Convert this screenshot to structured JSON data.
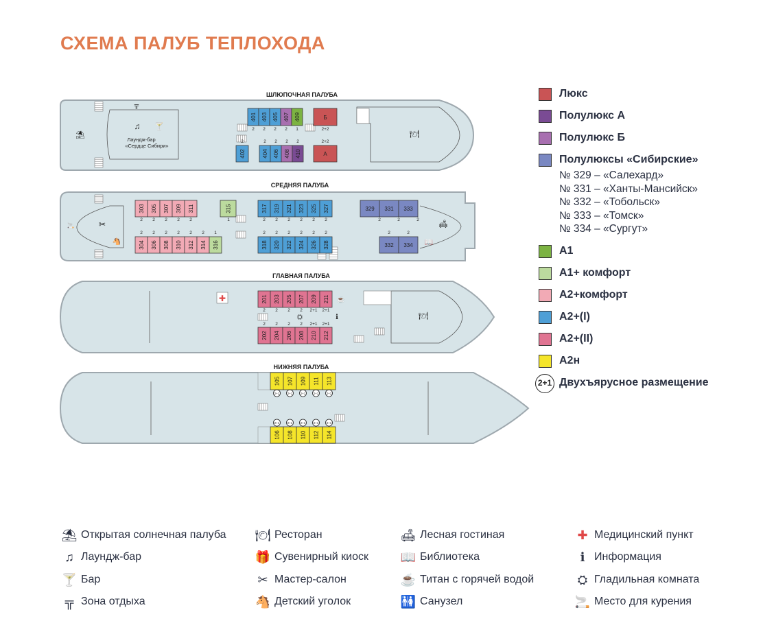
{
  "title": "СХЕМА ПАЛУБ ТЕПЛОХОДА",
  "colors": {
    "lux": "#c95455",
    "semi_lux_a": "#7a4b94",
    "semi_lux_b": "#a86fb0",
    "semi_lux_siberian": "#7a88c2",
    "a1": "#7cb342",
    "a1_comfort": "#bcdb9e",
    "a2_comfort": "#f2aab5",
    "a2_i": "#4e9fd6",
    "a2_ii": "#e07492",
    "a2n": "#f5e52a",
    "hull": "#d7e4e8",
    "hull_stroke": "#9ea8ae"
  },
  "decks": {
    "boat": {
      "label": "ШЛЮПОЧНАЯ ПАЛУБА",
      "bar_label_1": "Лаундж-бар",
      "bar_label_2": "«Сердце Сибири»",
      "top_row": [
        {
          "num": "401",
          "type": "a2_i",
          "beds": "2"
        },
        {
          "num": "403",
          "type": "a2_i",
          "beds": "2"
        },
        {
          "num": "405",
          "type": "a2_i",
          "beds": "2"
        },
        {
          "num": "407",
          "type": "semi_lux_b",
          "beds": "2"
        },
        {
          "num": "409",
          "type": "a1",
          "beds": "1"
        },
        {
          "num": "Б",
          "type": "lux",
          "beds": "2+2"
        }
      ],
      "single": {
        "num": "402",
        "type": "a2_i",
        "beds": "2"
      },
      "bottom_row": [
        {
          "num": "404",
          "type": "a2_i",
          "beds": "2"
        },
        {
          "num": "406",
          "type": "a2_i",
          "beds": "2"
        },
        {
          "num": "408",
          "type": "semi_lux_b",
          "beds": "2"
        },
        {
          "num": "410",
          "type": "semi_lux_a",
          "beds": "2"
        },
        {
          "num": "А",
          "type": "lux",
          "beds": "2+2"
        }
      ]
    },
    "middle": {
      "label": "СРЕДНЯЯ ПАЛУБА",
      "top_left": [
        {
          "num": "303",
          "type": "a2_comfort",
          "beds": "2"
        },
        {
          "num": "305",
          "type": "a2_comfort",
          "beds": "2"
        },
        {
          "num": "307",
          "type": "a2_comfort",
          "beds": "2"
        },
        {
          "num": "309",
          "type": "a2_comfort",
          "beds": "2"
        },
        {
          "num": "311",
          "type": "a2_comfort",
          "beds": "2"
        }
      ],
      "top_315": {
        "num": "315",
        "type": "a1_comfort",
        "beds": "1"
      },
      "top_mid": [
        {
          "num": "317",
          "type": "a2_i",
          "beds": "2"
        },
        {
          "num": "319",
          "type": "a2_i",
          "beds": "2"
        },
        {
          "num": "321",
          "type": "a2_i",
          "beds": "2"
        },
        {
          "num": "323",
          "type": "a2_i",
          "beds": "2"
        },
        {
          "num": "325",
          "type": "a2_i",
          "beds": "2"
        },
        {
          "num": "327",
          "type": "a2_i",
          "beds": "2"
        }
      ],
      "top_sib": [
        {
          "num": "329",
          "type": "semi_lux_siberian",
          "beds": "2"
        },
        {
          "num": "331",
          "type": "semi_lux_siberian",
          "beds": "2"
        },
        {
          "num": "333",
          "type": "semi_lux_siberian",
          "beds": "2"
        }
      ],
      "bottom_left": [
        {
          "num": "304",
          "type": "a2_comfort",
          "beds": "2"
        },
        {
          "num": "306",
          "type": "a2_comfort",
          "beds": "2"
        },
        {
          "num": "308",
          "type": "a2_comfort",
          "beds": "2"
        },
        {
          "num": "310",
          "type": "a2_comfort",
          "beds": "2"
        },
        {
          "num": "312",
          "type": "a2_comfort",
          "beds": "2"
        },
        {
          "num": "314",
          "type": "a2_comfort",
          "beds": "2"
        },
        {
          "num": "316",
          "type": "a1_comfort",
          "beds": "1"
        }
      ],
      "bottom_mid": [
        {
          "num": "318",
          "type": "a2_i",
          "beds": "2"
        },
        {
          "num": "320",
          "type": "a2_i",
          "beds": "2"
        },
        {
          "num": "322",
          "type": "a2_i",
          "beds": "2"
        },
        {
          "num": "324",
          "type": "a2_i",
          "beds": "2"
        },
        {
          "num": "326",
          "type": "a2_i",
          "beds": "2"
        },
        {
          "num": "328",
          "type": "a2_i",
          "beds": "2"
        }
      ],
      "bottom_sib": [
        {
          "num": "332",
          "type": "semi_lux_siberian",
          "beds": "2"
        },
        {
          "num": "334",
          "type": "semi_lux_siberian",
          "beds": "2"
        }
      ]
    },
    "main": {
      "label": "ГЛАВНАЯ ПАЛУБА",
      "top_row": [
        {
          "num": "201",
          "type": "a2_ii",
          "beds": "2"
        },
        {
          "num": "203",
          "type": "a2_ii",
          "beds": "2"
        },
        {
          "num": "205",
          "type": "a2_ii",
          "beds": "2"
        },
        {
          "num": "207",
          "type": "a2_ii",
          "beds": "2"
        },
        {
          "num": "209",
          "type": "a2_ii",
          "beds": "2+1"
        },
        {
          "num": "211",
          "type": "a2_ii",
          "beds": "2+1"
        }
      ],
      "bottom_row": [
        {
          "num": "202",
          "type": "a2_ii",
          "beds": "2"
        },
        {
          "num": "204",
          "type": "a2_ii",
          "beds": "2"
        },
        {
          "num": "206",
          "type": "a2_ii",
          "beds": "2"
        },
        {
          "num": "208",
          "type": "a2_ii",
          "beds": "2"
        },
        {
          "num": "210",
          "type": "a2_ii",
          "beds": "2+1"
        },
        {
          "num": "212",
          "type": "a2_ii",
          "beds": "2+1"
        }
      ]
    },
    "lower": {
      "label": "НИЖНЯЯ ПАЛУБА",
      "top_row": [
        {
          "num": "105",
          "type": "a2n",
          "beds": "2+1"
        },
        {
          "num": "107",
          "type": "a2n",
          "beds": "2+1"
        },
        {
          "num": "109",
          "type": "a2n",
          "beds": "2+1"
        },
        {
          "num": "111",
          "type": "a2n",
          "beds": "2+1"
        },
        {
          "num": "113",
          "type": "a2n",
          "beds": "2+1"
        }
      ],
      "bottom_row": [
        {
          "num": "106",
          "type": "a2n",
          "beds": "2+1"
        },
        {
          "num": "108",
          "type": "a2n",
          "beds": "2+1"
        },
        {
          "num": "110",
          "type": "a2n",
          "beds": "2+1"
        },
        {
          "num": "112",
          "type": "a2n",
          "beds": "2+1"
        },
        {
          "num": "114",
          "type": "a2n",
          "beds": "2+1"
        }
      ]
    }
  },
  "legend": {
    "lux": "Люкс",
    "semi_lux_a": "Полулюкс А",
    "semi_lux_b": "Полулюкс Б",
    "semi_lux_siberian": "Полулюксы «Сибирские»",
    "siberian_names": [
      "№ 329 – «Салехард»",
      "№ 331 – «Ханты-Мансийск»",
      "№ 332 – «Тобольск»",
      "№ 333 – «Томск»",
      "№ 334 – «Сургут»"
    ],
    "a1": "А1",
    "a1_comfort": "А1+ комфорт",
    "a2_comfort": "А2+комфорт",
    "a2_i": "А2+(I)",
    "a2_ii": "А2+(II)",
    "a2n": "А2н",
    "bunk_symbol": "2+1",
    "bunk": "Двухъярусное размещение"
  },
  "amenities": [
    [
      {
        "icon": "sun-lounger-icon",
        "glyph": "⛱",
        "label": "Открытая солнечная палуба"
      },
      {
        "icon": "music-notes-icon",
        "glyph": "♫",
        "label": "Лаундж-бар"
      },
      {
        "icon": "cocktail-icon",
        "glyph": "🍸",
        "label": "Бар"
      },
      {
        "icon": "table-chairs-icon",
        "glyph": "╦",
        "label": "Зона отдыха"
      }
    ],
    [
      {
        "icon": "restaurant-icon",
        "glyph": "🍽",
        "label": "Ресторан"
      },
      {
        "icon": "souvenir-icon",
        "glyph": "🎁",
        "label": "Сувенирный киоск"
      },
      {
        "icon": "scissors-icon",
        "glyph": "✂",
        "label": "Мастер-салон"
      },
      {
        "icon": "rocking-horse-icon",
        "glyph": "🐴",
        "label": "Детский уголок"
      }
    ],
    [
      {
        "icon": "armchair-icon",
        "glyph": "🛋",
        "label": "Лесная гостиная"
      },
      {
        "icon": "book-icon",
        "glyph": "📖",
        "label": "Библиотека"
      },
      {
        "icon": "kettle-icon",
        "glyph": "☕",
        "label": "Титан с горячей водой"
      },
      {
        "icon": "restroom-icon",
        "glyph": "🚻",
        "label": "Санузел"
      }
    ],
    [
      {
        "icon": "medical-cross-icon",
        "glyph": "✚",
        "label": "Медицинский пункт"
      },
      {
        "icon": "info-icon",
        "glyph": "ℹ",
        "label": "Информация"
      },
      {
        "icon": "iron-icon",
        "glyph": "⛭",
        "label": "Гладильная комната"
      },
      {
        "icon": "cigarette-icon",
        "glyph": "🚬",
        "label": "Место для курения"
      }
    ]
  ]
}
